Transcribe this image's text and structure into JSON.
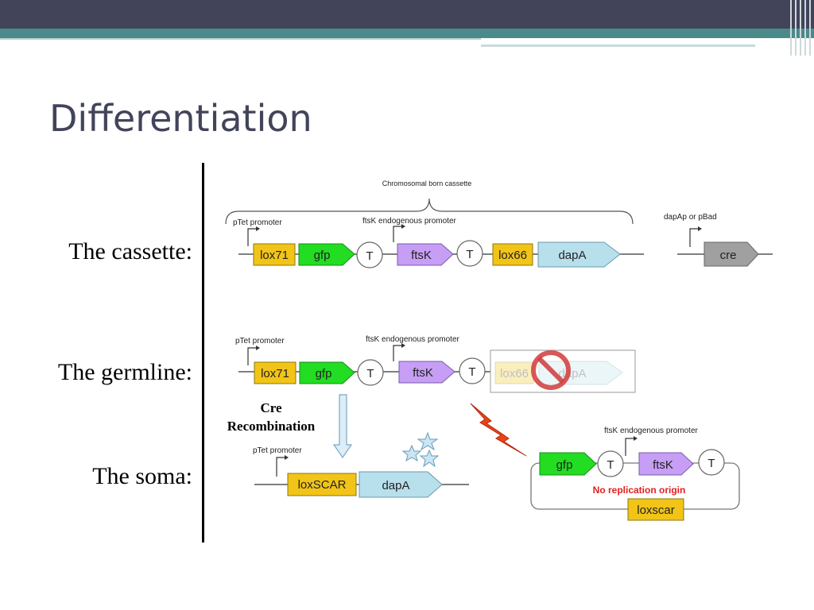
{
  "slide": {
    "title": "Differentiation"
  },
  "labels": {
    "cassette": "The cassette:",
    "germline": "The germline:",
    "soma": "The soma:"
  },
  "cassette": {
    "brace_label": "Chromosomal born cassette",
    "promoter1": "pTet promoter",
    "promoter2": "ftsK endogenous promoter",
    "promoter3": "dapAp or pBad",
    "lox71": "lox71",
    "gfp": "gfp",
    "t1": "T",
    "ftsk": "ftsK",
    "t2": "T",
    "lox66": "lox66",
    "dapa": "dapA",
    "cre": "cre"
  },
  "germline": {
    "promoter1": "pTet promoter",
    "promoter2": "ftsK endogenous promoter",
    "lox71": "lox71",
    "gfp": "gfp",
    "t1": "T",
    "ftsk": "ftsK",
    "t2": "T",
    "lox66": "lox66",
    "dapa": "dapA"
  },
  "recombination": {
    "line1": "Cre",
    "line2": "Recombination"
  },
  "soma": {
    "promoter1": "pTet promoter",
    "loxscar": "loxSCAR",
    "dapa": "dapA"
  },
  "plasmid": {
    "promoter": "ftsK endogenous promoter",
    "gfp": "gfp",
    "t1": "T",
    "ftsk": "ftsK",
    "t2": "T",
    "no_origin": "No replication origin",
    "loxscar": "loxscar"
  },
  "colors": {
    "lox": "#f2c417",
    "gfp": "#22dd22",
    "ftsk": "#c79ef5",
    "dapa": "#b8dfec",
    "cre": "#a0a0a0",
    "no_origin": "#e02020",
    "title": "#42445a",
    "accent_teal": "#4b8a8a"
  }
}
